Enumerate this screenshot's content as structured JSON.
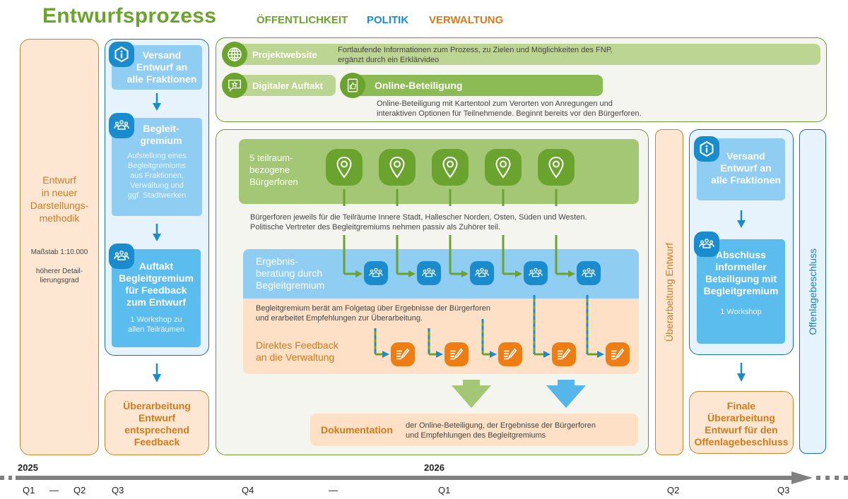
{
  "header": {
    "title": "Entwurfsprozess",
    "legend": {
      "public": "ÖFFENTLICHKEIT",
      "politics": "POLITIK",
      "administration": "VERWALTUNG"
    }
  },
  "colors": {
    "public_green": "#6aa32e",
    "politics_blue": "#1a8ccd",
    "administration_orange": "#d47a1e",
    "feedback_orange": "#ee7d14"
  },
  "col1": {
    "title": "Entwurf in neuer Darstellungs-methodik",
    "title_lines": [
      "Entwurf",
      "in neuer",
      "Darstellungs-",
      "methodik"
    ],
    "scale": "Maßstab 1:10.000",
    "detail_lines": [
      "höherer Detail-",
      "lierungsgrad"
    ]
  },
  "col2": {
    "versand": {
      "icon": "info-hexagon-icon",
      "lines": [
        "Versand",
        "Entwurf an",
        "alle Fraktionen"
      ]
    },
    "begleit": {
      "icon": "group-icon",
      "title_lines": [
        "Begleit-",
        "gremium"
      ],
      "desc_lines": [
        "Aufstellung eines",
        "Begleitgremiums",
        "aus Fraktionen,",
        "Verwaltung und",
        "ggf. Stadtwerken"
      ]
    },
    "auftakt": {
      "icon": "group-icon",
      "title_lines": [
        "Auftakt",
        "Begleitgremium",
        "für Feedback",
        "zum Entwurf"
      ],
      "desc_lines": [
        "1 Workshop zu",
        "allen Teilräumen"
      ]
    },
    "revision": {
      "lines": [
        "Überarbeitung",
        "Entwurf",
        "entsprechend",
        "Feedback"
      ]
    }
  },
  "public_top": {
    "website": {
      "icon": "globe-icon",
      "label": "Projektwebsite",
      "desc_lines": [
        "Fortlaufende Informationen zum Prozess, zu Zielen und Möglichkeiten des FNP,",
        "ergänzt durch ein Erklärvideo"
      ]
    },
    "kickoff": {
      "icon": "chat-star-icon",
      "label": "Digitaler Auftakt"
    },
    "online": {
      "icon": "tablet-thumbs-up-icon",
      "label": "Online-Beteiligung",
      "desc_lines": [
        "Online-Beteiligung mit Kartentool zum Verorten von Anregungen und",
        "interaktiven Optionen für Teilnehmende. Beginnt bereits vor den Bürgerforen."
      ]
    }
  },
  "forums": {
    "label_lines": [
      "5 teilraum-",
      "bezogene",
      "Bürgerforen"
    ],
    "count": 5,
    "desc_lines": [
      "Bürgerforen jeweils für die Teilräume Innere Stadt, Hallescher Norden, Osten, Süden und Westen.",
      "Politische Vertreter des Begleitgremiums nehmen passiv als Zuhörer teil."
    ]
  },
  "results": {
    "label_lines": [
      "Ergebnis-",
      "beratung durch",
      "Begleitgremium"
    ],
    "desc_lines": [
      "Begleitgremium berät am Folgetag über Ergebnisse der Bürgerforen",
      "und erarbeitet Empfehlungen zur Überarbeitung."
    ]
  },
  "feedback": {
    "label_lines": [
      "Direktes Feedback",
      "an die Verwaltung"
    ]
  },
  "documentation": {
    "label": "Dokumentation",
    "desc_lines": [
      "der Online-Beteiligung, der Ergebnisse der Bürgerforen",
      "und Empfehlungen des Begleitgremiums"
    ]
  },
  "revision_vertical": "Überarbeitung Entwurf",
  "col_final": {
    "versand": {
      "icon": "info-hexagon-icon",
      "lines": [
        "Versand",
        "Entwurf an",
        "alle Fraktionen"
      ]
    },
    "abschluss": {
      "icon": "group-icon",
      "title_lines": [
        "Abschluss",
        "informeller",
        "Beteiligung mit",
        "Begleitgremium"
      ],
      "desc": "1 Workshop"
    },
    "final_revision": {
      "lines": [
        "Finale",
        "Überarbeitung",
        "Entwurf für den",
        "Offenlagebeschluss"
      ]
    }
  },
  "offenlage_vertical": "Offenlagebeschluss",
  "timeline": {
    "years": [
      "2025",
      "2026"
    ],
    "quarters": [
      "Q1",
      "—",
      "Q2",
      "Q3",
      "Q4",
      "—",
      "Q1",
      "Q2",
      "Q3"
    ]
  }
}
